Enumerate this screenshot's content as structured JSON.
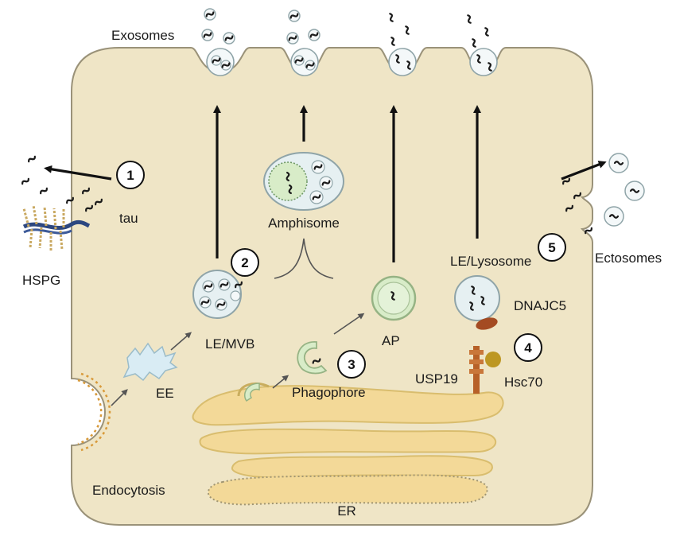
{
  "labels": {
    "exosomes": "Exosomes",
    "amphisome": "Amphisome",
    "tau": "tau",
    "hspg": "HSPG",
    "le_mvb": "LE/MVB",
    "ee": "EE",
    "endocytosis": "Endocytosis",
    "phagophore": "Phagophore",
    "ap": "AP",
    "le_lysosome": "LE/Lysosome",
    "dnajc5": "DNAJC5",
    "usp19": "USP19",
    "hsc70": "Hsc70",
    "ectosomes": "Ectosomes",
    "er": "ER"
  },
  "steps": [
    "1",
    "2",
    "3",
    "4",
    "5"
  ],
  "colors": {
    "cell_fill": "#efe5c6",
    "cell_stroke": "#9a9279",
    "vesicle_fill": "#e6f0f2",
    "vesicle_stroke": "#8fa4a8",
    "green_fill": "#d8ecc8",
    "green_stroke": "#96b384",
    "er_fill": "#f3d998",
    "er_stroke": "#d9bd6e",
    "ee_fill": "#d9ecf4",
    "dnajc5": "#a44b22",
    "usp19": "#b76128",
    "hsc70": "#bd9722",
    "hspg_core": "#2c4780",
    "endocytosis": "#d89a3a",
    "arrow": "#111111",
    "tau": "#1a1a1a"
  }
}
